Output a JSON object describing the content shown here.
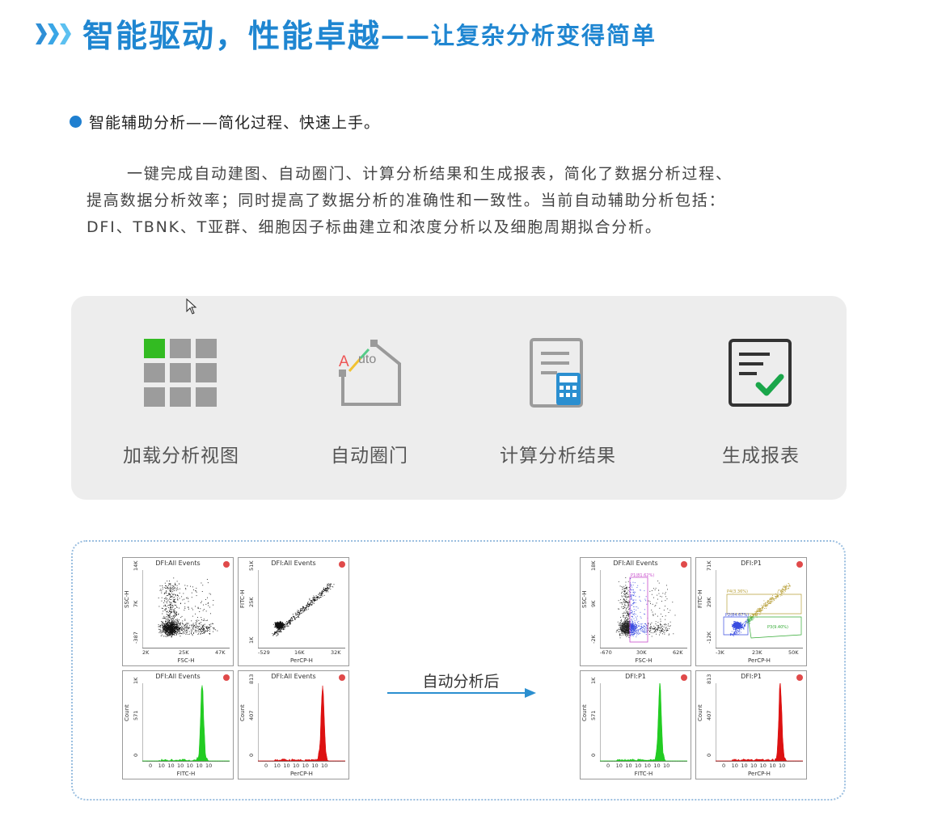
{
  "heading": {
    "title": "智能驱动，性能卓越",
    "subtitle": "——让复杂分析变得简单",
    "color": "#1f86d1"
  },
  "section": {
    "bullet": "智能辅助分析——简化过程、快速上手。",
    "paragraph": [
      "一键完成自动建图、自动圈门、计算分析结果和生成报表，简化了数据分析过程、",
      "提高数据分析效率；同时提高了数据分析的准确性和一致性。当前自动辅助分析包括：",
      "DFI、TBNK、T亚群、细胞因子标曲建立和浓度分析以及细胞周期拟合分析。"
    ]
  },
  "steps": [
    {
      "label": "加载分析视图",
      "icon": "grid-view-icon"
    },
    {
      "label": "自动圈门",
      "icon": "auto-gate-icon",
      "icon_text_a": "A",
      "icon_text_uto": "uto"
    },
    {
      "label": "计算分析结果",
      "icon": "calculator-document-icon"
    },
    {
      "label": "生成报表",
      "icon": "report-check-icon"
    }
  ],
  "comparison": {
    "arrow_label": "自动分析后",
    "before": [
      {
        "title": "DFI:All Events",
        "xlabel": "FSC-H",
        "ylabel": "SSC-H",
        "xticks": [
          "2K",
          "25K",
          "47K"
        ],
        "yticks": [
          "14K",
          "7K",
          "-387"
        ],
        "kind": "scatter"
      },
      {
        "title": "DFI:All Events",
        "xlabel": "PerCP-H",
        "ylabel": "FITC-H",
        "xticks": [
          "-529",
          "16K",
          "32K"
        ],
        "yticks": [
          "51K",
          "25K",
          "1K"
        ],
        "kind": "scatter-diag"
      },
      {
        "title": "DFI:All Events",
        "xlabel": "FITC-H",
        "ylabel": "Count",
        "xticks": [
          "0",
          "10",
          "10",
          "10",
          "10",
          "10",
          "10"
        ],
        "yticks": [
          "1K",
          "571",
          "0"
        ],
        "kind": "hist",
        "color": "#22cc22"
      },
      {
        "title": "DFI:All Events",
        "xlabel": "PerCP-H",
        "ylabel": "Count",
        "xticks": [
          "0",
          "10",
          "10",
          "10",
          "10",
          "10",
          "10"
        ],
        "yticks": [
          "813",
          "407",
          "0"
        ],
        "kind": "hist",
        "color": "#dd1111"
      }
    ],
    "after": [
      {
        "title": "DFI:All Events",
        "xlabel": "FSC-H",
        "ylabel": "SSC-H",
        "xticks": [
          "-670",
          "30K",
          "62K"
        ],
        "yticks": [
          "18K",
          "9K",
          "-2K"
        ],
        "kind": "scatter-gate",
        "gates": [
          "P1(81.62%)"
        ]
      },
      {
        "title": "DFI:P1",
        "xlabel": "PerCP-H",
        "ylabel": "FITC-H",
        "xticks": [
          "-3K",
          "23K",
          "50K"
        ],
        "yticks": [
          "71K",
          "29K",
          "-12K"
        ],
        "kind": "scatter-gates",
        "gates": [
          "P4(3.36%)",
          "P2(84.67%)",
          "P3(9.40%)"
        ]
      },
      {
        "title": "DFI:P1",
        "xlabel": "FITC-H",
        "ylabel": "Count",
        "xticks": [
          "0",
          "10",
          "10",
          "10",
          "10",
          "10",
          "10"
        ],
        "yticks": [
          "1K",
          "571",
          "0"
        ],
        "kind": "hist",
        "color": "#22cc22"
      },
      {
        "title": "DFI:P1",
        "xlabel": "PerCP-H",
        "ylabel": "Count",
        "xticks": [
          "0",
          "10",
          "10",
          "10",
          "10",
          "10",
          "10"
        ],
        "yticks": [
          "813",
          "407",
          "0"
        ],
        "kind": "hist",
        "color": "#dd1111"
      }
    ]
  }
}
